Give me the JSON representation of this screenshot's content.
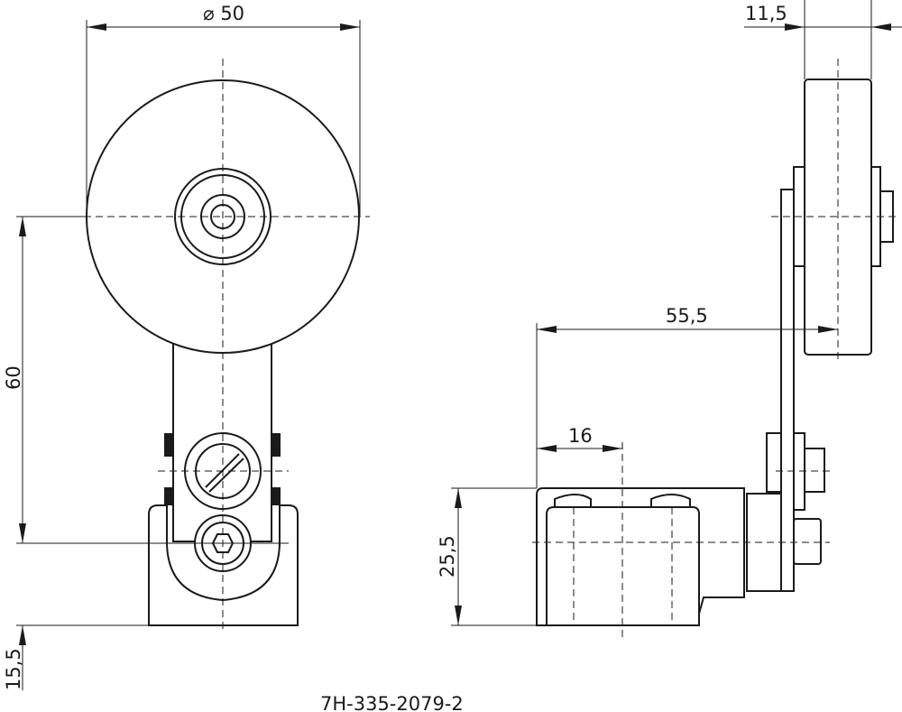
{
  "dimensions": {
    "wheel_diameter": "⌀ 50",
    "wheel_width": "11,5",
    "lever_length": "55,5",
    "offset": "16",
    "body_height": "25,5",
    "center_height": "60",
    "base_offset": "15,5"
  },
  "part_number": "7H-335-2079-2"
}
